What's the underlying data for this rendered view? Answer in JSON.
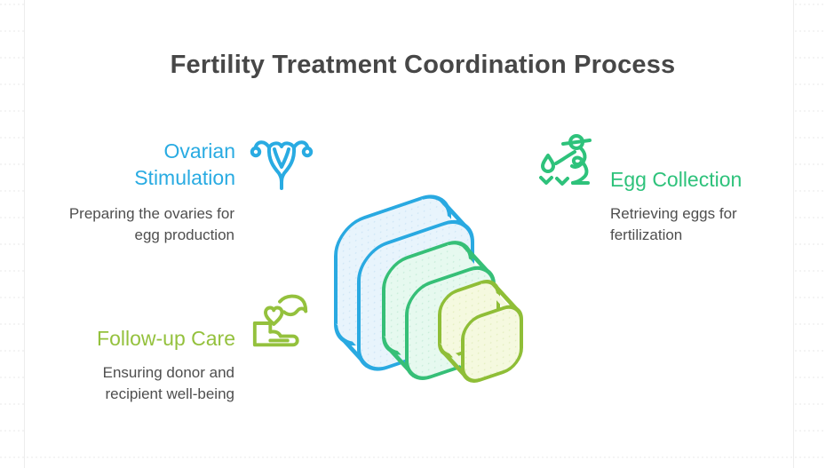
{
  "title": "Fertility Treatment Coordination Process",
  "steps": [
    {
      "label": "Ovarian Stimulation",
      "description": "Preparing the ovaries for egg production",
      "accent": "#29ABE2",
      "icon": "uterus-icon"
    },
    {
      "label": "Egg Collection",
      "description": "Retrieving eggs for fertilization",
      "accent": "#2EC27B",
      "icon": "egg-harvest-person-icon"
    },
    {
      "label": "Follow-up Care",
      "description": "Ensuring donor and recipient well-being",
      "accent": "#94C13D",
      "icon": "hand-giving-heart-icon"
    }
  ],
  "graphic": {
    "name": "isometric-layer-stack",
    "layers": [
      {
        "name": "blue-layer",
        "stroke": "#29A9E1",
        "fill": "#E8F4FC",
        "dot": "#CFE6F6"
      },
      {
        "name": "green-layer",
        "stroke": "#36BF77",
        "fill": "#E6F9EF",
        "dot": "#C8EDDA"
      },
      {
        "name": "olive-layer",
        "stroke": "#8FBE37",
        "fill": "#F5F9DF",
        "dot": "#E4EFC0"
      }
    ]
  },
  "colors": {
    "title_text": "#474747",
    "body_text": "#4E4E4E",
    "grid_line": "#EAEAEA",
    "grid_rule": "#EDEDED",
    "canvas": "#FFFFFF"
  }
}
